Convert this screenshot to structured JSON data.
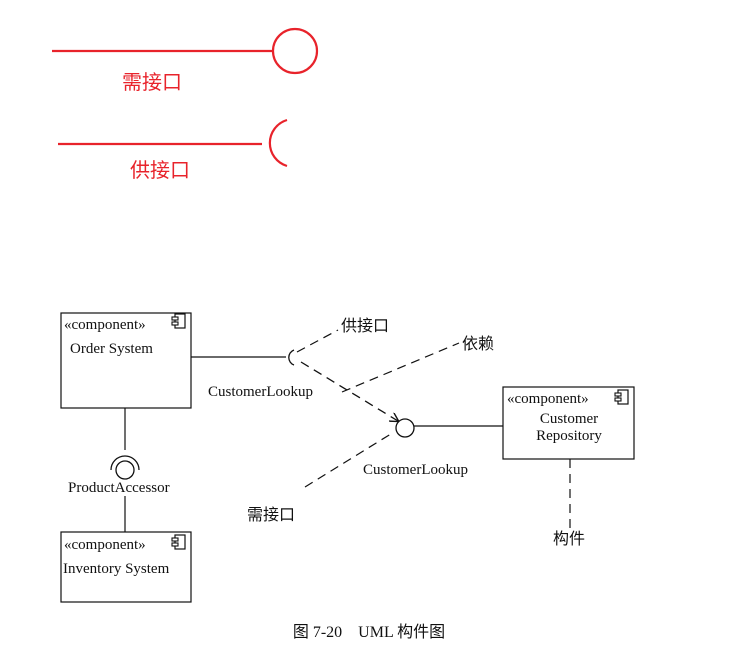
{
  "legend": {
    "required_interface": "需接口",
    "provided_interface": "供接口",
    "color": "#e8232b"
  },
  "components": {
    "order_system": {
      "stereotype": "«component»",
      "name": "Order System"
    },
    "inventory_system": {
      "stereotype": "«component»",
      "name": "Inventory System"
    },
    "customer_repository": {
      "stereotype": "«component»",
      "name_line1": "Customer",
      "name_line2": "Repository"
    }
  },
  "interfaces": {
    "product_accessor": "ProductAccessor",
    "customer_lookup_provided": "CustomerLookup",
    "customer_lookup_required": "CustomerLookup"
  },
  "annotations": {
    "provided_interface": "供接口",
    "dependency": "依赖",
    "required_interface": "需接口",
    "component": "构件"
  },
  "caption": "图 7-20    UML 构件图",
  "icons": [
    "component-icon"
  ]
}
